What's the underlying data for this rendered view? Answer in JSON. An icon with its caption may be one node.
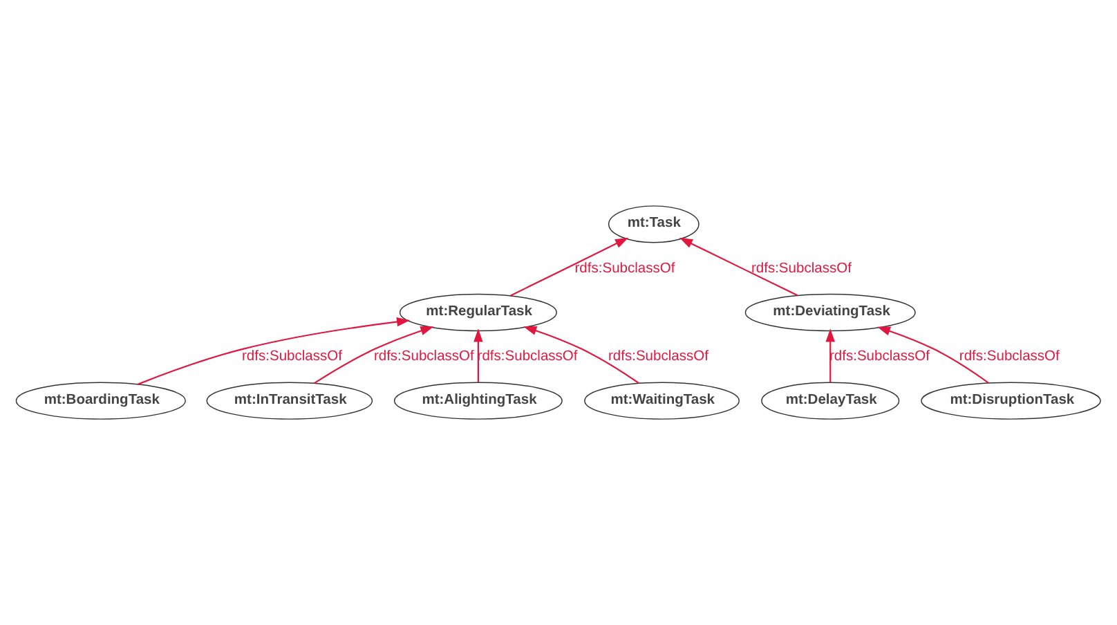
{
  "diagram": {
    "nodes": [
      {
        "text": [
          "mt:Task"
        ]
      },
      {
        "text": [
          "mt:RegularTask"
        ]
      },
      {
        "text": [
          "mt:DeviatingTask"
        ]
      },
      {
        "text": [
          "mt:BoardingTask"
        ]
      },
      {
        "text": [
          "mt:InTransitTask"
        ]
      },
      {
        "text": [
          "mt:AlightingTask"
        ]
      },
      {
        "text": [
          "mt:WaitingTask"
        ]
      },
      {
        "text": [
          "mt:DelayTask"
        ]
      },
      {
        "text": [
          "mt:DisruptionTask"
        ]
      }
    ],
    "edges": [
      {
        "from": 1,
        "to": 0,
        "arrow": "to",
        "label": "rdfs:SubclassOf"
      },
      {
        "from": 2,
        "to": 0,
        "arrow": "to",
        "label": "rdfs:SubclassOf"
      },
      {
        "from": 3,
        "to": 1,
        "arrow": "to",
        "label": "rdfs:SubclassOf"
      },
      {
        "from": 4,
        "to": 1,
        "arrow": "to",
        "label": "rdfs:SubclassOf"
      },
      {
        "from": 5,
        "to": 1,
        "arrow": "to",
        "label": "rdfs:SubclassOf"
      },
      {
        "from": 6,
        "to": 1,
        "arrow": "to",
        "label": "rdfs:SubclassOf"
      },
      {
        "from": 7,
        "to": 2,
        "arrow": "to",
        "label": "rdfs:SubclassOf"
      },
      {
        "from": 8,
        "to": 2,
        "arrow": "to",
        "label": "rdfs:SubclassOf"
      }
    ]
  }
}
